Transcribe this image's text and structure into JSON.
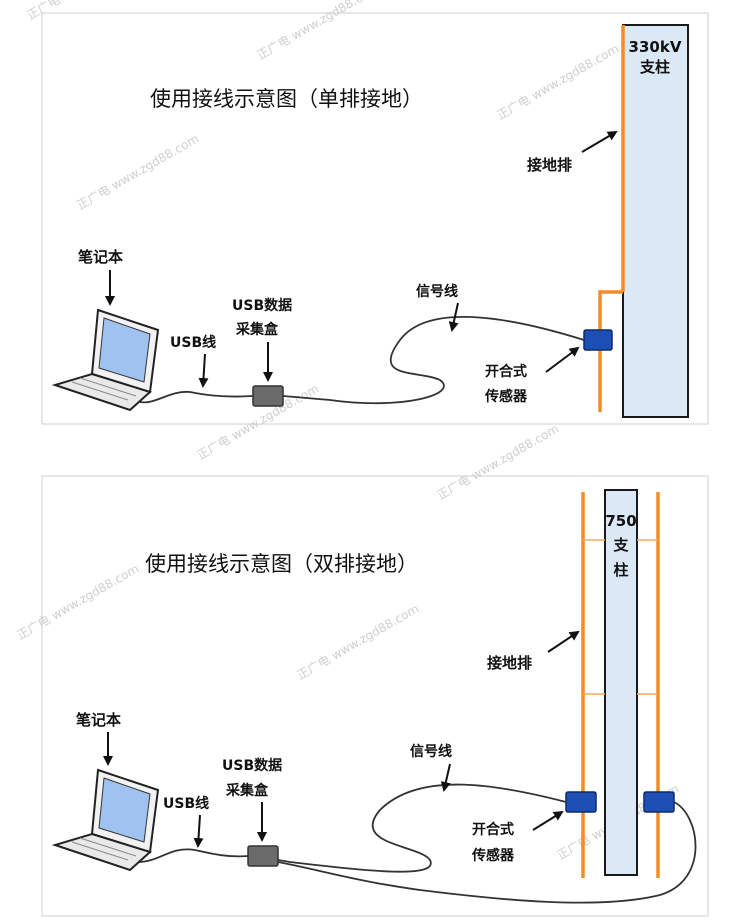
{
  "panel1": {
    "title": "使用接线示意图（单排接地）",
    "pillar_label_line1": "330kV",
    "pillar_label_line2": "支柱",
    "ground_label": "接地排",
    "laptop_label": "笔记本",
    "usb_cable_label": "USB线",
    "usb_box_line1": "USB数据",
    "usb_box_line2": "采集盒",
    "signal_label": "信号线",
    "sensor_line1": "开合式",
    "sensor_line2": "传感器"
  },
  "panel2": {
    "title": "使用接线示意图（双排接地）",
    "pillar_label_line1": "750",
    "pillar_label_line2": "支",
    "pillar_label_line3": "柱",
    "ground_label": "接地排",
    "laptop_label": "笔记本",
    "usb_cable_label": "USB线",
    "usb_box_line1": "USB数据",
    "usb_box_line2": "采集盒",
    "signal_label": "信号线",
    "sensor_line1": "开合式",
    "sensor_line2": "传感器"
  },
  "watermark": "正广电 www.zgd88.com",
  "colors": {
    "ground_bar": "#f28c28",
    "pillar_fill": "#dbe8f5",
    "sensor_fill": "#1e4fb5",
    "usb_box_fill": "#6b6b6b"
  }
}
